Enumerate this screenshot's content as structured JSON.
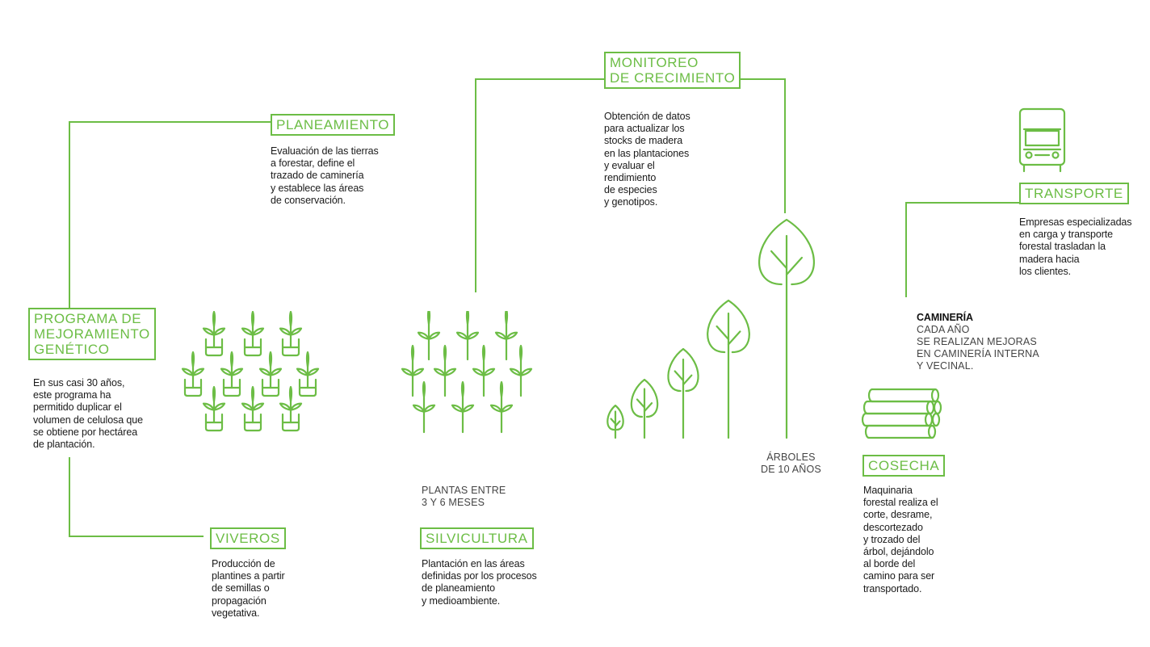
{
  "accent_color": "#6cbd45",
  "stages": {
    "planeamiento": {
      "title": "PLANEAMIENTO",
      "description": "Evaluación de las tierras\na forestar, define el\ntrazado de caminería\ny establece las áreas\nde conservación."
    },
    "monitoreo": {
      "title": "MONITOREO\nDE CRECIMIENTO",
      "description": "Obtención de datos\npara actualizar los\nstocks de madera\nen las plantaciones\ny evaluar el\nrendimiento\nde especies\ny genotipos."
    },
    "programa": {
      "title": "PROGRAMA DE\nMEJORAMIENTO\nGENÉTICO",
      "description": "En sus casi 30 años,\neste programa ha\npermitido duplicar el\nvolumen de celulosa que\nse obtiene por hectárea\nde plantación."
    },
    "viveros": {
      "title": "VIVEROS",
      "description": "Producción de\nplantines a partir\nde semillas o\npropagación\nvegetativa."
    },
    "silvicultura": {
      "title": "SILVICULTURA",
      "description": "Plantación en las áreas\ndefinidas por los procesos\nde planeamiento\ny medioambiente.",
      "caption": "PLANTAS ENTRE\n3 Y 6 MESES"
    },
    "arboles": {
      "caption": "ÁRBOLES\nDE 10 AÑOS"
    },
    "caminería": {
      "title": "CAMINERÍA",
      "description": "CADA AÑO\nSE REALIZAN MEJORAS\nEN CAMINERÍA INTERNA\nY VECINAL."
    },
    "cosecha": {
      "title": "COSECHA",
      "description": "Maquinaria\nforestal realiza el\ncorte, desrame,\ndescortezado\ny trozado del\nárbol, dejándolo\nal borde del\ncamino para ser\ntransportado."
    },
    "transporte": {
      "title": "TRANSPORTE",
      "description": "Empresas especializadas\nen carga y transporte\nforestal trasladan la\nmadera hacia\nlos clientes."
    }
  },
  "icons": [
    "seedling-jar-icon",
    "seedling-icon",
    "tree-icon",
    "log-pile-icon",
    "truck-icon"
  ]
}
